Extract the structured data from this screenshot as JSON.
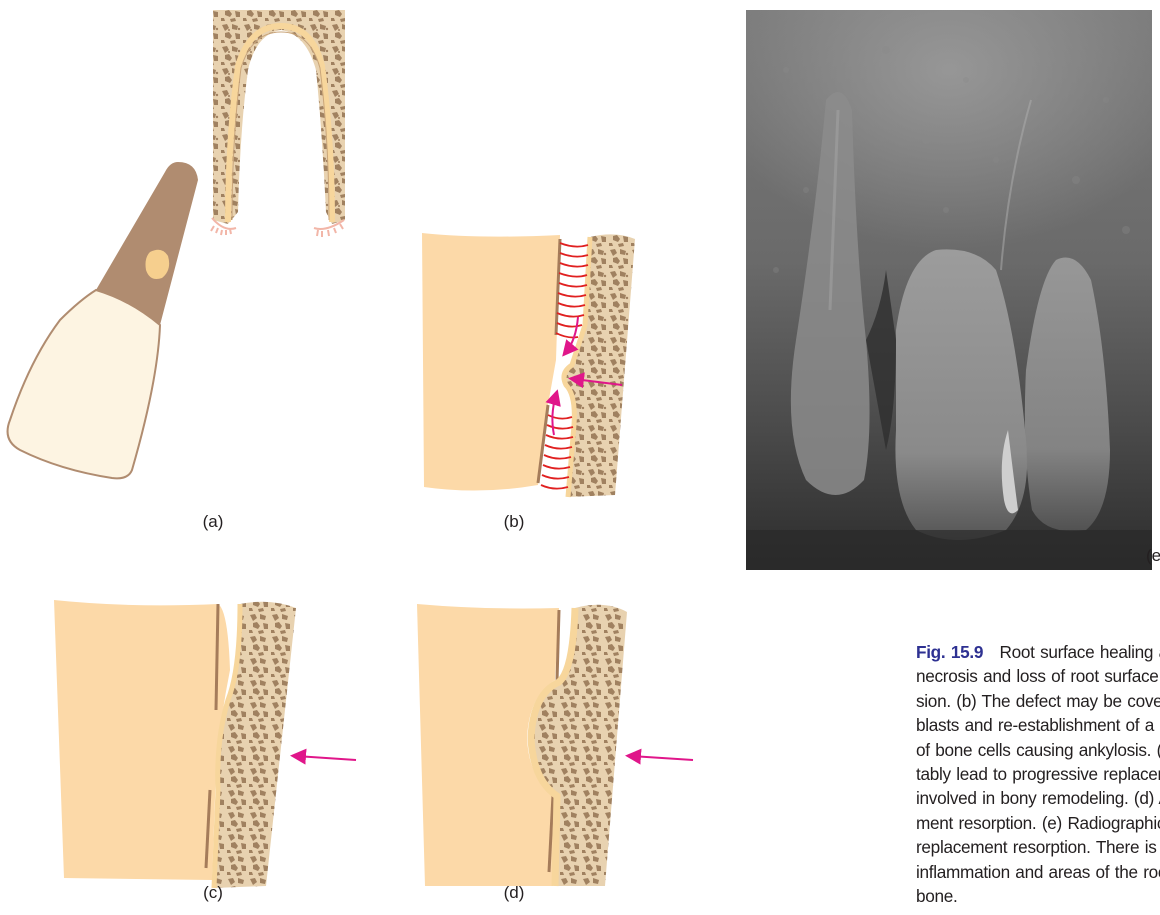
{
  "panel_labels": {
    "a": "(a)",
    "b": "(b)",
    "c": "(c)",
    "d": "(d)",
    "e": "(e)"
  },
  "caption": {
    "label": "Fig. 15.9",
    "lines": [
      "   Root surface healing after tooth avuls",
      "necrosis and loss of root surface periodontal tissue",
      "sion. (b) The defect may be covered by migration of",
      "blasts and re-establishment of a periodontal ligame",
      "of bone cells causing ankylosis. (c) Localized bony a",
      "tably lead to progressive replacement resorption as",
      "involved in bony remodeling. (d) Area of tooth un",
      "ment resorption. (e) Radiographic appearance of a",
      "replacement resorption. There is no bony radioluc",
      "inflammation and areas of the root are difficult to",
      "bone."
    ]
  },
  "colors": {
    "dentin": "#fcd9a8",
    "tooth_root": "#b08c70",
    "crown": "#fdf4e2",
    "bone_base": "#e8d2b0",
    "bone_speckle": "#a08160",
    "arrow": "#e0168a",
    "pdl_fibers": "#e02020",
    "caption_accent": "#2e3192"
  },
  "icons": [
    "tooth-illustration",
    "alveolar-socket-illustration",
    "radiograph-image",
    "arrow-icon"
  ]
}
